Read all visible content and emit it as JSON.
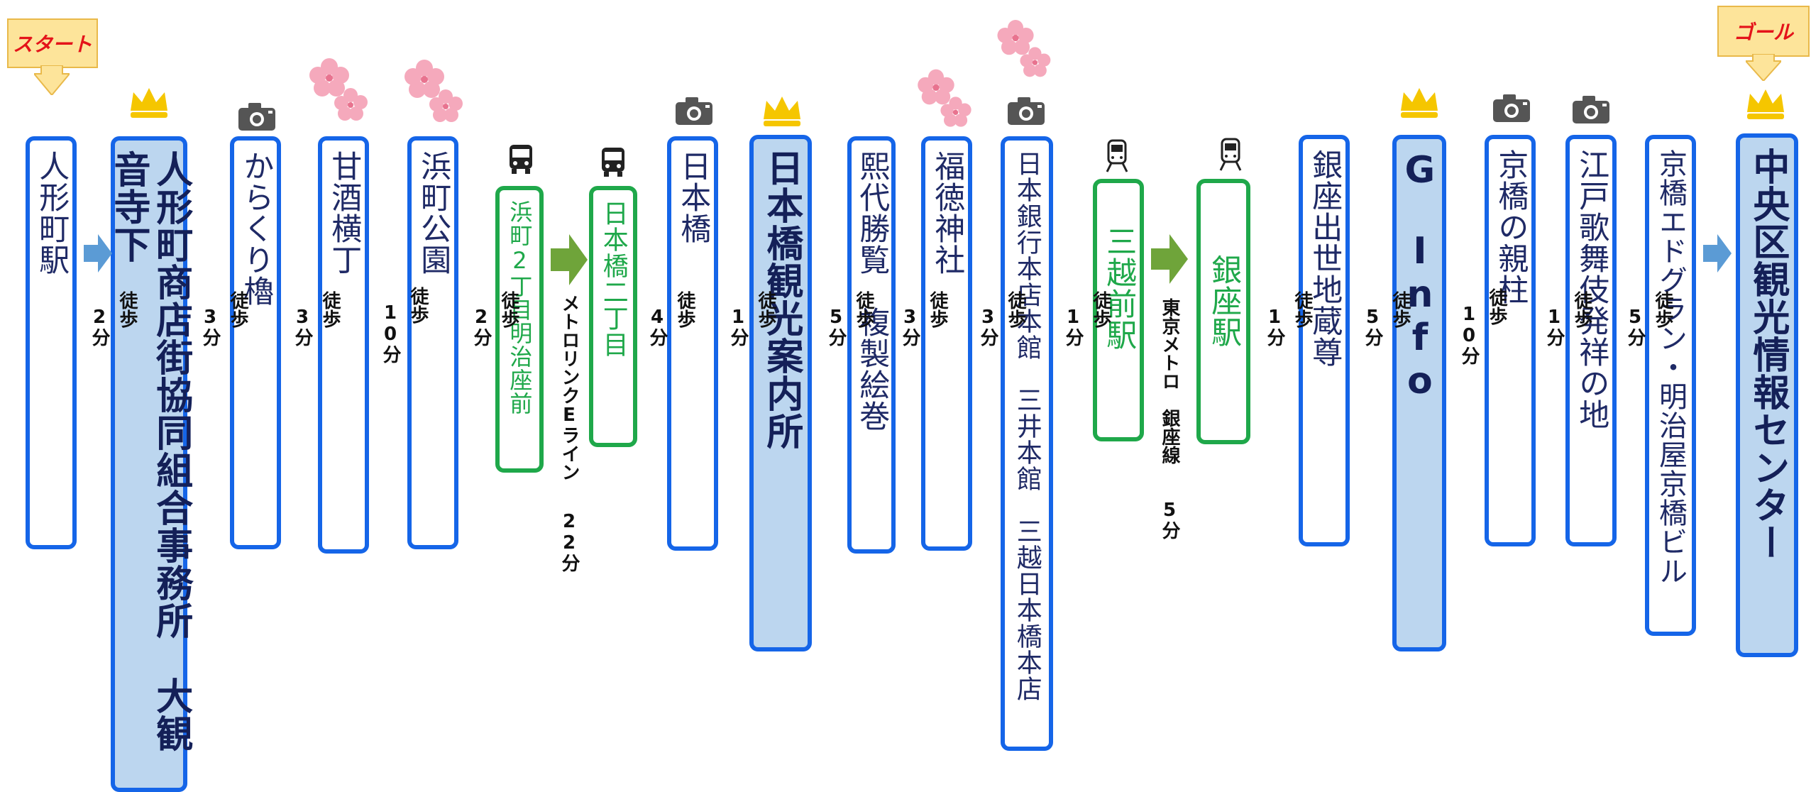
{
  "start_label": "スタート",
  "goal_label": "ゴール",
  "stops": [
    "人形町駅",
    "人形町商店街協同組合事務所　大観音寺下",
    "からくり櫓",
    "甘酒横丁",
    "浜町公園",
    "浜町2丁目明治座前",
    "日本橋二丁目",
    "日本橋",
    "日本橋観光案内所",
    "熙代勝覧　複製絵巻",
    "福徳神社",
    "日本銀行本店本館　三井本館　三越日本橋本店",
    "三越前駅",
    "銀座駅",
    "銀座出世地蔵尊",
    "G　Info",
    "京橋の親柱",
    "江戸歌舞伎発祥の地",
    "京橋エドグラン・明治屋京橋ビル",
    "中央区観光情報センター"
  ],
  "walk_label": "徒歩",
  "walks": [
    "2分",
    "3分",
    "3分",
    "10分",
    "2分",
    "4分",
    "1分",
    "5分",
    "3分",
    "3分",
    "1分",
    "1分",
    "5分",
    "10分",
    "1分",
    "5分"
  ],
  "transit": {
    "bus_line": "メトロリンクEライン",
    "bus_time": "22分",
    "metro_line": "東京メトロ　銀座線",
    "metro_time": "5分"
  },
  "icons": {
    "crown": "crown-icon",
    "camera": "camera-icon",
    "sakura": "cherry-blossom-icon",
    "bus": "bus-icon",
    "train": "train-icon",
    "arrow": "arrow-right-icon"
  },
  "colors": {
    "box_border": "#1565e8",
    "box_highlight": "#bcd6ef",
    "transit_border": "#1fa84a",
    "crown": "#f5c600",
    "sakura": "#f5a9bc",
    "flag_text": "#e4131a",
    "flag_bg": "#fde49a"
  }
}
